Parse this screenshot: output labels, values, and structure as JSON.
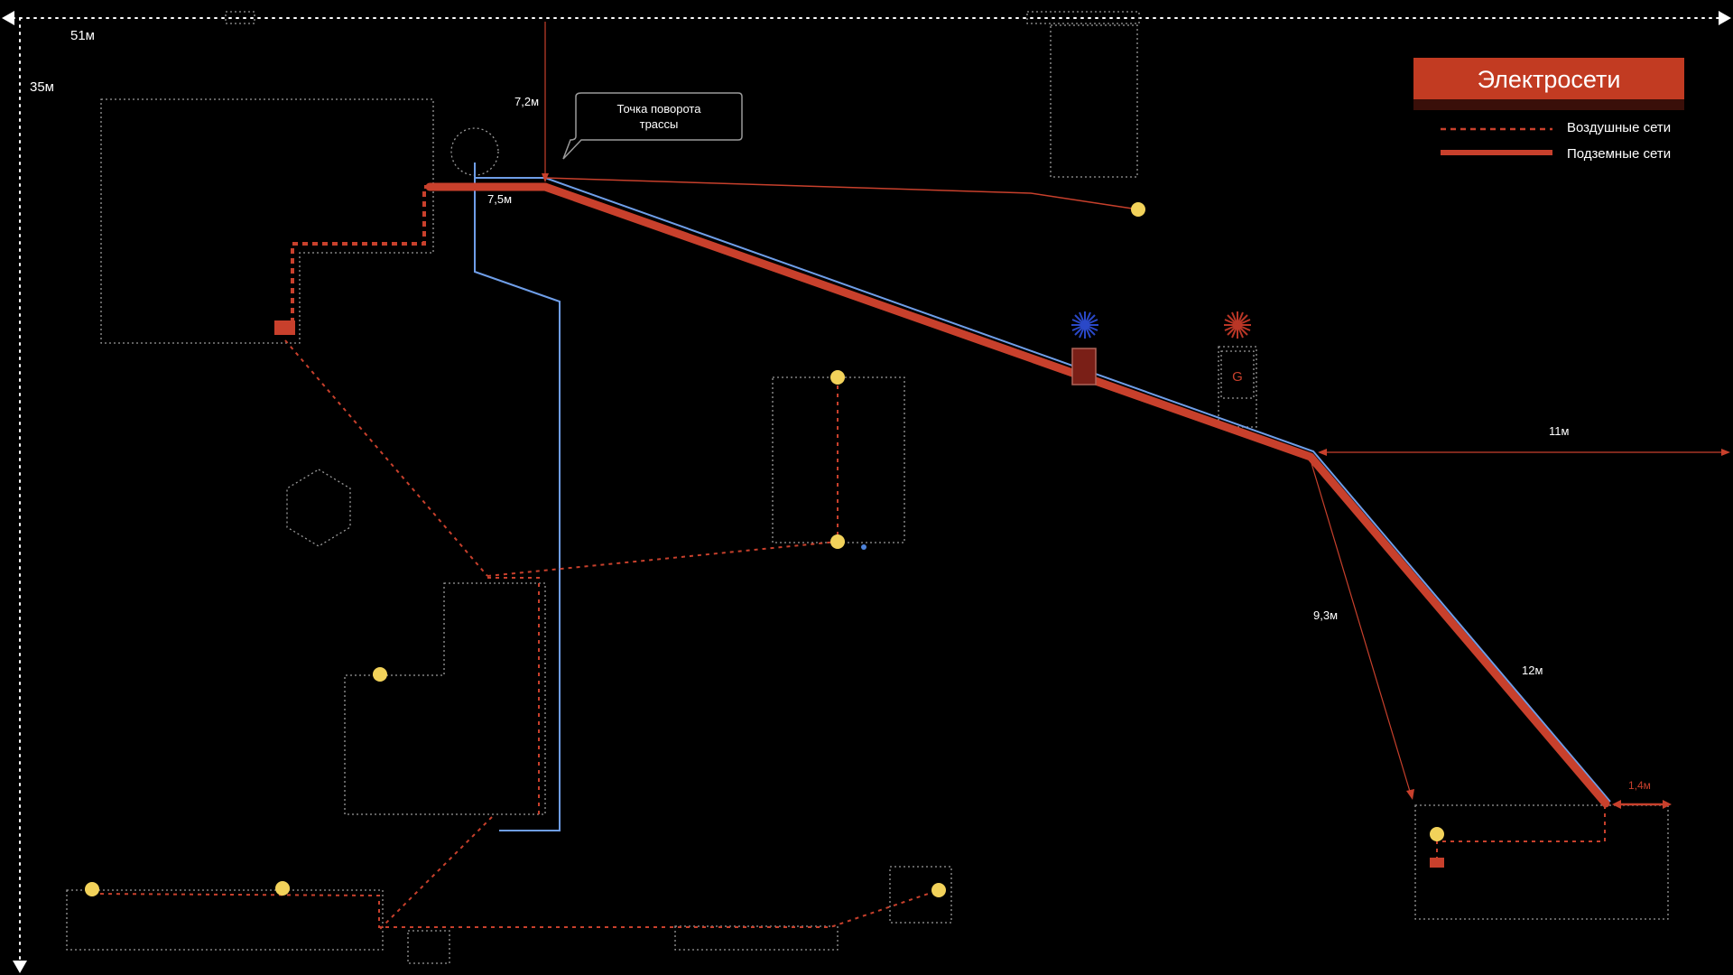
{
  "title": "Электросети",
  "legend": {
    "overhead_label": "Воздушные сети",
    "underground_label": "Подземные сети"
  },
  "callout": {
    "line1": "Точка поворота",
    "line2": "трассы"
  },
  "dimensions": {
    "width_total": "51м",
    "height_total": "35м",
    "d_7_2": "7,2м",
    "d_7_5": "7,5м",
    "d_11": "11м",
    "d_9_3": "9,3м",
    "d_12": "12м",
    "d_1_4": "1,4м"
  },
  "generator_label": "G",
  "colors": {
    "background": "#000000",
    "network_red": "#c8402c",
    "title_bg": "#c23b22",
    "blue_line": "#6f9ee8",
    "lamp_yellow": "#f2d25a",
    "building_outline": "#9a9a9a"
  }
}
